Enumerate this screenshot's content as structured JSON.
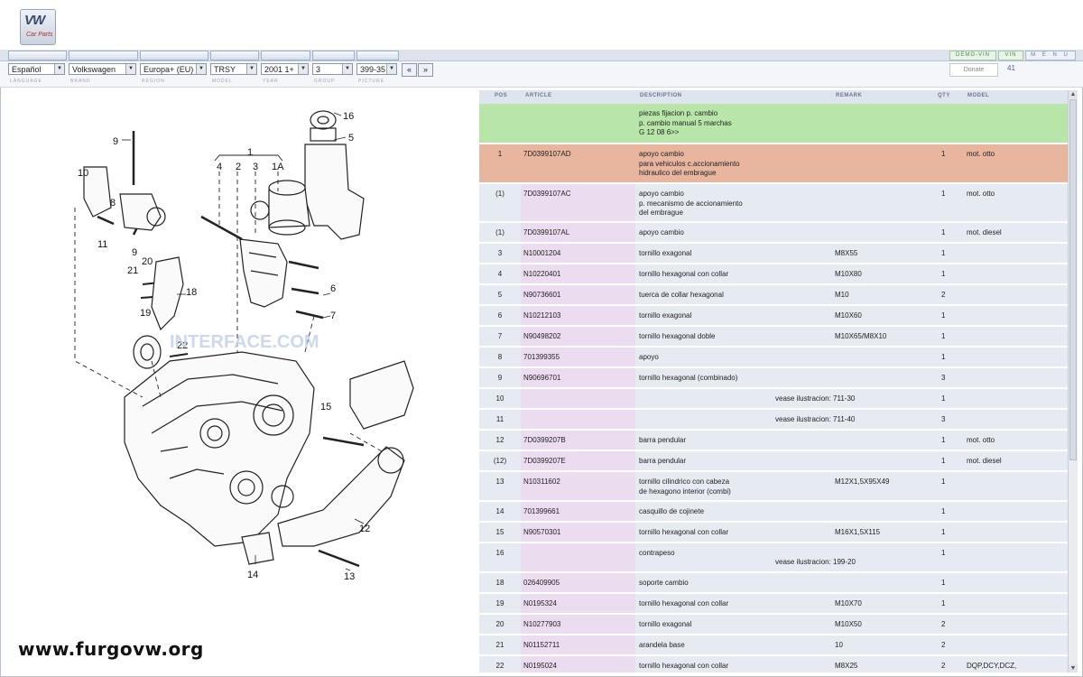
{
  "logo": {
    "brand": "VW",
    "tagline": "Car Parts"
  },
  "toolbar": {
    "buttons": [
      {
        "label": "DEMO-VIN"
      },
      {
        "label": "VIN"
      },
      {
        "label": "M E N U"
      }
    ]
  },
  "selectors": {
    "language": "Español",
    "brand": "Volkswagen",
    "region": "Europa+ (EU)",
    "model": "TRSY",
    "year": "2001  1+",
    "group": "3",
    "picture": "399-35",
    "prev": "«",
    "next": "»",
    "doc_placeholder": "Donate",
    "count": "41"
  },
  "selector_labels": [
    "LANGUAGE",
    "BRAND",
    "REGION",
    "MODEL",
    "YEAR",
    "GROUP",
    "PICTURE"
  ],
  "diagram": {
    "watermark": "INTERFACE.COM",
    "callouts": [
      "16",
      "5",
      "9",
      "1",
      "4",
      "2",
      "3",
      "1A",
      "10",
      "8",
      "11",
      "9",
      "6",
      "21",
      "20",
      "18",
      "19",
      "7",
      "22",
      "15",
      "12",
      "14",
      "13"
    ]
  },
  "table": {
    "headers": {
      "pos": "POS",
      "article": "ARTICLE",
      "description": "DESCRIPTION",
      "remark": "REMARK",
      "qty": "QTY",
      "model": "MODEL"
    },
    "rows": [
      {
        "type": "group",
        "pos": "",
        "article": "",
        "description": "piezas fijacion p. cambio\np. cambio manual 5 marchas\nG      12 08 6>>",
        "remark": "",
        "qty": "",
        "model": ""
      },
      {
        "type": "hl",
        "pos": "1",
        "article": "7D0399107AD",
        "description": "apoyo cambio\npara vehiculos c.accionamiento\nhidraulico del embrague",
        "remark": "",
        "qty": "1",
        "model": "mot. otto"
      },
      {
        "type": "normal",
        "pos": "(1)",
        "article": "7D0399107AC",
        "description": "apoyo cambio\np. mecanismo de accionamiento\ndel embrague",
        "remark": "",
        "qty": "1",
        "model": "mot. otto"
      },
      {
        "type": "normal",
        "pos": "(1)",
        "article": "7D0399107AL",
        "description": "apoyo cambio",
        "remark": "",
        "qty": "1",
        "model": "mot. diesel"
      },
      {
        "type": "normal",
        "pos": "3",
        "article": "N10001204",
        "description": "tornillo exagonal",
        "remark": "M8X55",
        "qty": "1",
        "model": ""
      },
      {
        "type": "normal",
        "pos": "4",
        "article": "N10220401",
        "description": "tornillo hexagonal con collar",
        "remark": "M10X80",
        "qty": "1",
        "model": ""
      },
      {
        "type": "normal",
        "pos": "5",
        "article": "N90736601",
        "description": "tuerca de collar hexagonal",
        "remark": "M10",
        "qty": "2",
        "model": ""
      },
      {
        "type": "normal",
        "pos": "6",
        "article": "N10212103",
        "description": "tornillo exagonal",
        "remark": "M10X60",
        "qty": "1",
        "model": ""
      },
      {
        "type": "normal",
        "pos": "7",
        "article": "N90498202",
        "description": "tornillo hexagonal doble",
        "remark": "M10X65/M8X10",
        "qty": "1",
        "model": ""
      },
      {
        "type": "normal",
        "pos": "8",
        "article": "701399355",
        "description": "apoyo",
        "remark": "",
        "qty": "1",
        "model": ""
      },
      {
        "type": "normal",
        "pos": "9",
        "article": "N90696701",
        "description": "tornillo hexagonal (combinado)",
        "remark": "",
        "qty": "3",
        "model": ""
      },
      {
        "type": "ref",
        "pos": "10",
        "article": "",
        "description": "vease ilustracion: 711-30",
        "remark": "",
        "qty": "1",
        "model": ""
      },
      {
        "type": "ref",
        "pos": "11",
        "article": "",
        "description": "vease ilustracion: 711-40",
        "remark": "",
        "qty": "3",
        "model": ""
      },
      {
        "type": "normal",
        "pos": "12",
        "article": "7D0399207B",
        "description": "barra pendular",
        "remark": "",
        "qty": "1",
        "model": "mot. otto"
      },
      {
        "type": "normal",
        "pos": "(12)",
        "article": "7D0399207E",
        "description": "barra pendular",
        "remark": "",
        "qty": "1",
        "model": "mot. diesel"
      },
      {
        "type": "normal",
        "pos": "13",
        "article": "N10311602",
        "description": "tornillo cilindrico con cabeza\nde hexagono interior (combi)",
        "remark": "M12X1,5X95X49",
        "qty": "1",
        "model": ""
      },
      {
        "type": "normal",
        "pos": "14",
        "article": "701399661",
        "description": "casquillo de cojinete",
        "remark": "",
        "qty": "1",
        "model": ""
      },
      {
        "type": "normal",
        "pos": "15",
        "article": "N90570301",
        "description": "tornillo hexagonal con collar",
        "remark": "M16X1,5X115",
        "qty": "1",
        "model": ""
      },
      {
        "type": "mixed",
        "pos": "16",
        "article": "",
        "description": "contrapeso",
        "ref": "vease ilustracion: 199-20",
        "remark": "",
        "qty": "1",
        "model": ""
      },
      {
        "type": "normal",
        "pos": "18",
        "article": "026409905",
        "description": "soporte cambio",
        "remark": "",
        "qty": "1",
        "model": ""
      },
      {
        "type": "normal",
        "pos": "19",
        "article": "N0195324",
        "description": "tornillo hexagonal con collar",
        "remark": "M10X70",
        "qty": "1",
        "model": ""
      },
      {
        "type": "normal",
        "pos": "20",
        "article": "N10277903",
        "description": "tornillo exagonal",
        "remark": "M10X50",
        "qty": "2",
        "model": ""
      },
      {
        "type": "normal",
        "pos": "21",
        "article": "N01152711",
        "description": "arandela base",
        "remark": "10",
        "qty": "2",
        "model": ""
      },
      {
        "type": "normal",
        "pos": "22",
        "article": "N0195024",
        "description": "tornillo hexagonal con collar",
        "remark": "M8X25",
        "qty": "2",
        "model": "DQP,DCY,DCZ,\nDQN,DQQ,DDA"
      }
    ]
  },
  "site_watermark": "www.furgovw.org",
  "colors": {
    "group_row": "#b8e6a8",
    "highlight_row": "#e8b59e",
    "article_col": "#ecdcef",
    "row_bg": "#e6ebf2"
  }
}
